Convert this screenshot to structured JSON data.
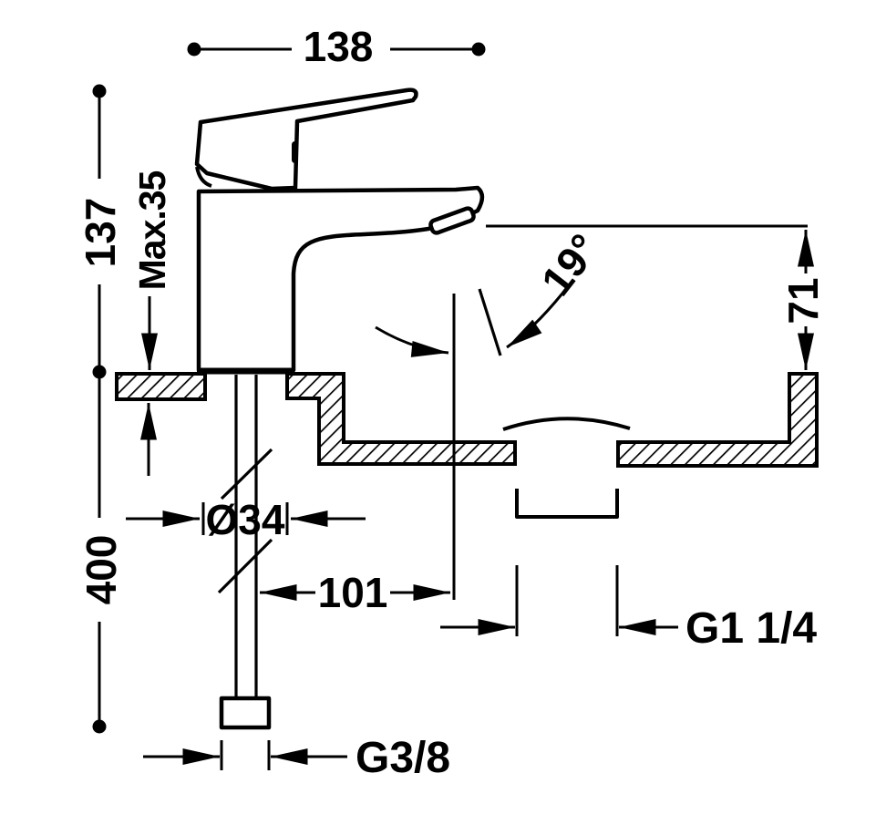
{
  "colors": {
    "background": "#ffffff",
    "ink": "#000000"
  },
  "dimensions": {
    "overall_length": "138",
    "body_height": "137",
    "max_deck_thickness": "Max.35",
    "spout_angle": "19°",
    "spout_outlet_height": "71",
    "hole_diameter": "Ø34",
    "supply_hose_length": "400",
    "spout_offset": "101",
    "waste_thread": "G1 1/4",
    "supply_thread": "G3/8"
  }
}
